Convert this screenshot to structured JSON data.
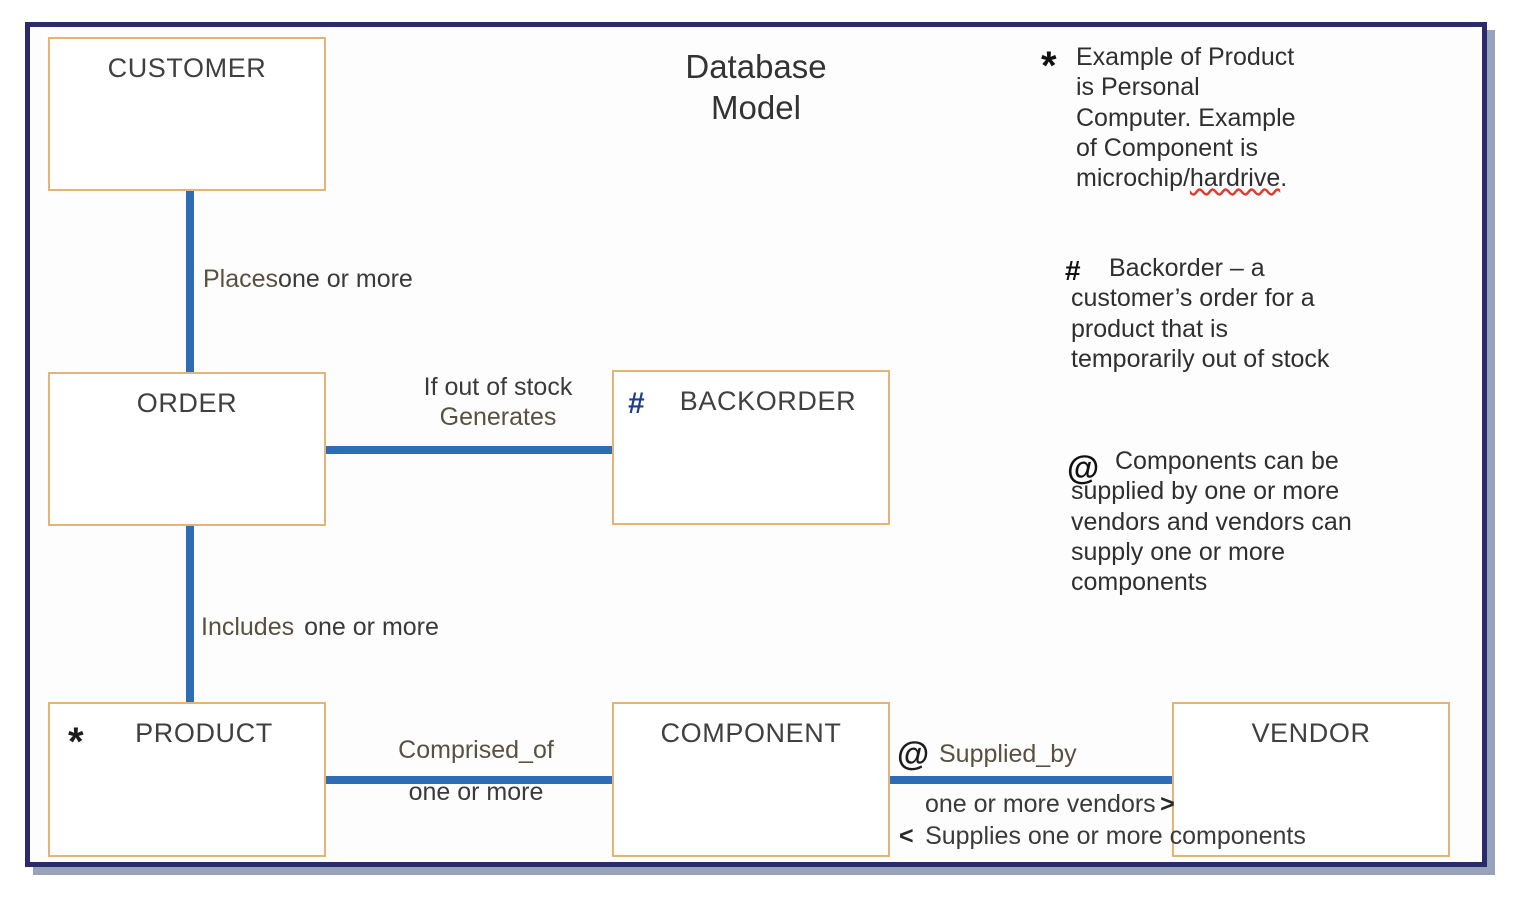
{
  "diagram": {
    "title_line1": "Database",
    "title_line2": "Model"
  },
  "entities": [
    {
      "id": "customer",
      "label": "CUSTOMER",
      "marker": ""
    },
    {
      "id": "order",
      "label": "ORDER",
      "marker": ""
    },
    {
      "id": "backorder",
      "label": "BACKORDER",
      "marker": "#"
    },
    {
      "id": "product",
      "label": "PRODUCT",
      "marker": "*"
    },
    {
      "id": "component",
      "label": "COMPONENT",
      "marker": ""
    },
    {
      "id": "vendor",
      "label": "VENDOR",
      "marker": ""
    }
  ],
  "relationships": {
    "customer_order": {
      "verb": "Places",
      "cardinality": "one or more"
    },
    "order_backorder": {
      "condition": "If out of stock",
      "verb": "Generates"
    },
    "order_product": {
      "verb": "Includes",
      "cardinality": "one  or  more"
    },
    "product_component": {
      "verb": "Comprised_of",
      "cardinality": "one  or  more"
    },
    "component_vendor": {
      "marker": "@",
      "verb": "Supplied_by",
      "cardinality_forward": "one  or  more vendors",
      "arrow_forward": ">",
      "arrow_back": "<",
      "cardinality_back": "Supplies one or more  components"
    }
  },
  "notes": [
    {
      "symbol": "*",
      "lines": [
        "Example of Product",
        "is Personal",
        "Computer.  Example",
        "of Component is"
      ],
      "last_line_prefix": "microchip/",
      "last_line_misspelled": "hardrive",
      "last_line_suffix": "."
    },
    {
      "symbol": "#",
      "lines": [
        "Backorder – a",
        "customer’s order for a",
        "product that is",
        "temporarily out of stock"
      ]
    },
    {
      "symbol": "@",
      "lines": [
        "Components can be",
        "supplied by one or more",
        "vendors and vendors can",
        "supply one or more",
        "components"
      ]
    }
  ],
  "colors": {
    "entity_border": "#e3b477",
    "connector": "#2e6db4",
    "frame_border": "#2b2b6b",
    "frame_shadow": "#96a3b8",
    "hash_marker": "#1f3f86",
    "verb_text": "#5a5040",
    "spell_underline": "#e03b2f"
  }
}
